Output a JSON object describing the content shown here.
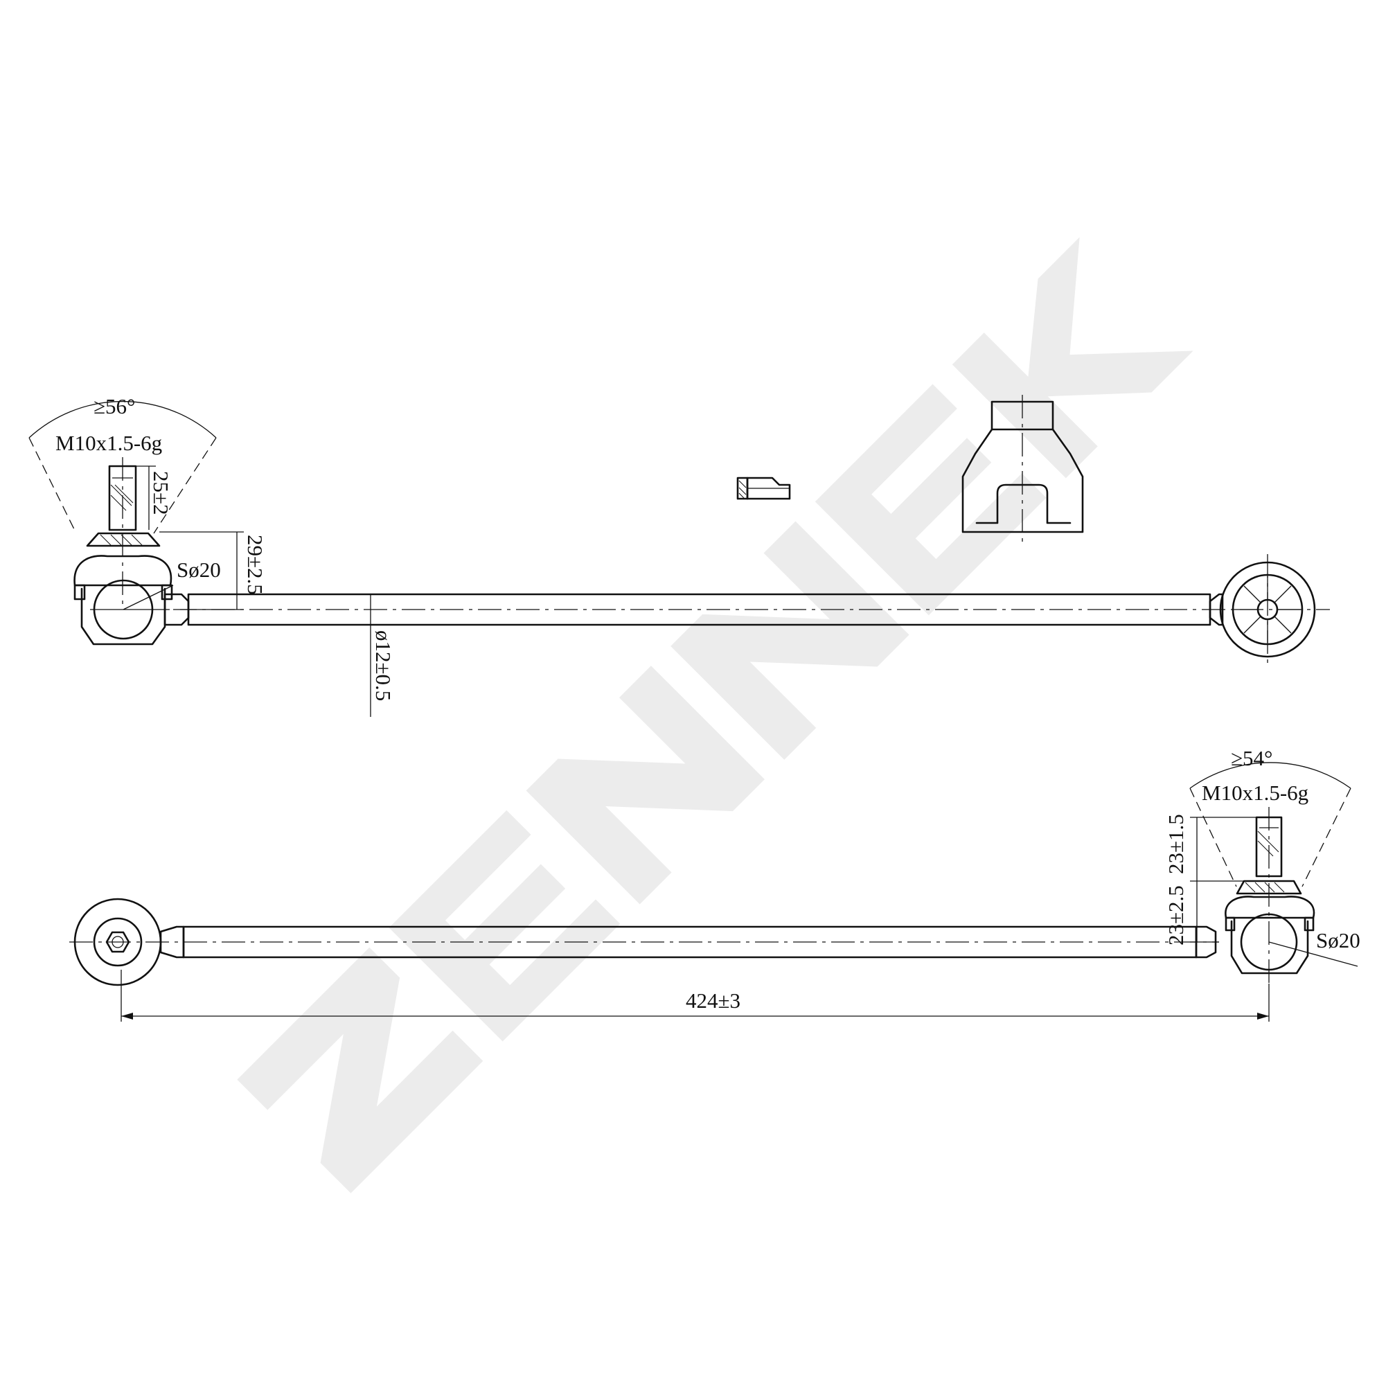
{
  "watermark": {
    "text": "ZENNEK",
    "color": "#ececec"
  },
  "colors": {
    "line": "#111111",
    "background": "#ffffff"
  },
  "view_top": {
    "angle_label": "≥56°",
    "thread_label": "M10x1.5-6g",
    "stud_length_label": "25±2",
    "height_label": "29±2.5",
    "ball_label": "Sø20",
    "rod_diameter_label": "ø12±0.5"
  },
  "view_bottom": {
    "angle_label": "≥54°",
    "thread_label": "M10x1.5-6g",
    "stud_length_label": "23±1.5",
    "height_label": "23±2.5",
    "ball_label": "Sø20",
    "length_label": "424±3"
  }
}
